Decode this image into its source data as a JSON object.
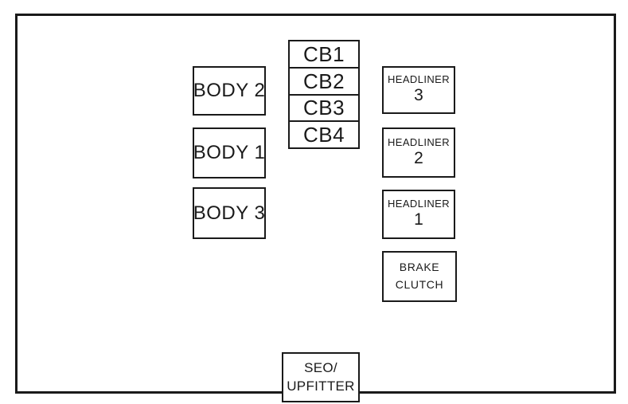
{
  "diagram": {
    "kind": "fuse-box-diagram",
    "colors": {
      "line": "#1a1a1a",
      "background": "#ffffff"
    },
    "body_fuses": [
      "BODY 2",
      "BODY 1",
      "BODY 3"
    ],
    "circuit_breakers": [
      "CB1",
      "CB2",
      "CB3",
      "CB4"
    ],
    "headliner_fuses": [
      {
        "line1": "HEADLINER",
        "line2": "3"
      },
      {
        "line1": "HEADLINER",
        "line2": "2"
      },
      {
        "line1": "HEADLINER",
        "line2": "1"
      }
    ],
    "brake_clutch": {
      "line1": "BRAKE",
      "line2": "CLUTCH"
    },
    "seo_upfitter": {
      "line1": "SEO/",
      "line2": "UPFITTER"
    }
  }
}
